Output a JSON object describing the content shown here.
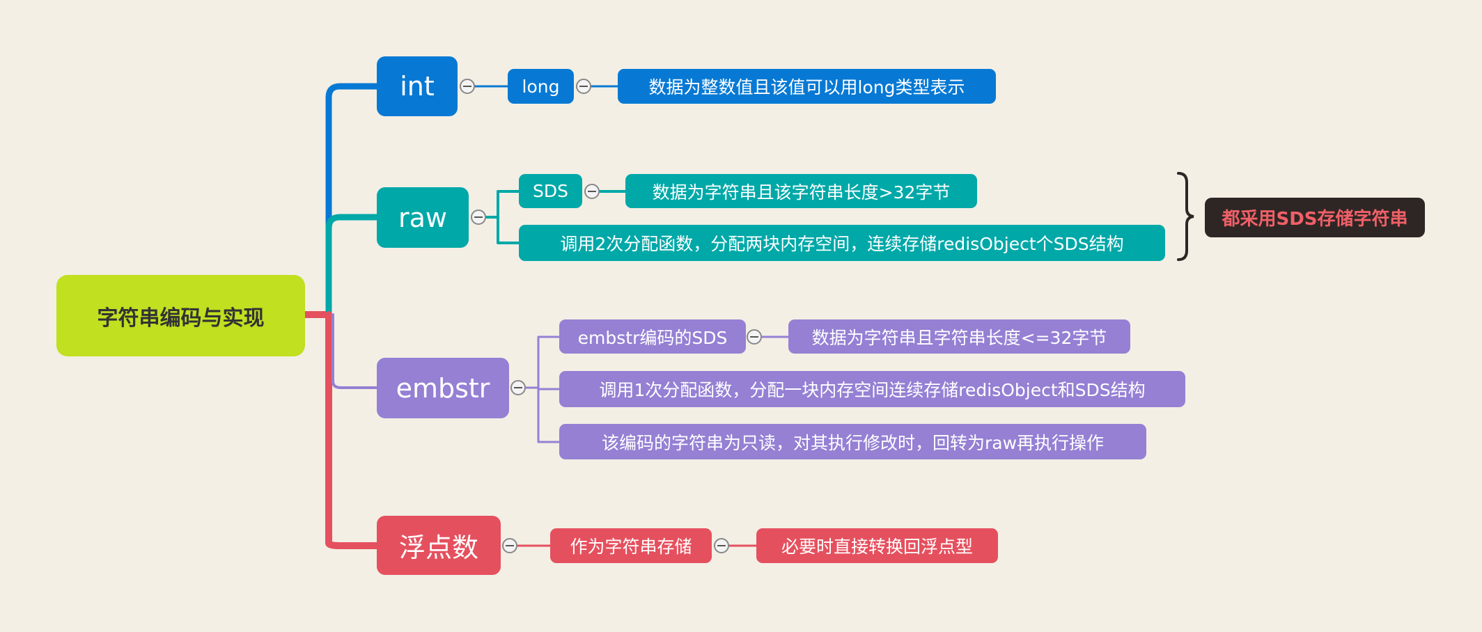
{
  "root": {
    "label": "字符串编码与实现"
  },
  "branches": {
    "int": {
      "label": "int",
      "child": "long",
      "desc": "数据为整数值且该值可以用long类型表示"
    },
    "raw": {
      "label": "raw",
      "child": "SDS",
      "desc": "数据为字符串且该字符串长度>32字节",
      "note": "调用2次分配函数，分配两块内存空间，连续存储redisObject个SDS结构"
    },
    "embstr": {
      "label": "embstr",
      "child": "embstr编码的SDS",
      "desc": "数据为字符串且字符串长度<=32字节",
      "note1": "调用1次分配函数，分配一块内存空间连续存储redisObject和SDS结构",
      "note2": "该编码的字符串为只读，对其执行修改时，回转为raw再执行操作"
    },
    "float": {
      "label": "浮点数",
      "child": "作为字符串存储",
      "desc": "必要时直接转换回浮点型"
    }
  },
  "summary": {
    "label": "都采用SDS存储字符串"
  },
  "colors": {
    "int": "#0779d4",
    "raw": "#00a8a8",
    "embstr": "#9580d4",
    "float": "#e5505e",
    "root": "#c0e020",
    "summary_bg": "#2e2624",
    "summary_text": "#f06068",
    "background": "#f3efe5"
  }
}
